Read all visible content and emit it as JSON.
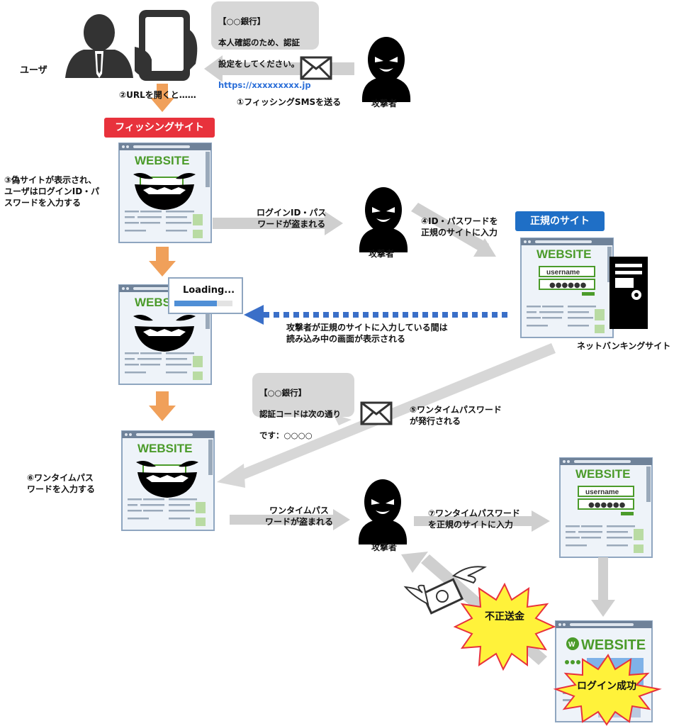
{
  "user_label": "ユーザ",
  "sms1": {
    "line1": "【○○銀行】",
    "line2": "本人確認のため、認証",
    "line3": "設定をしてください。",
    "url": "https://xxxxxxxxx.jp"
  },
  "step1": "①フィッシングSMSを送る",
  "attacker_label": "攻撃者",
  "step2": "②URLを開くと……",
  "phishing_tag": "フィッシングサイト",
  "step3": "③偽サイトが表示され、\nユーザはログインID・パ\nスワードを入力する",
  "stolen_id": "ログインID・パス\nワードが盗まれる",
  "step4": "④ID・パスワードを\n正規のサイトに入力",
  "official_tag": "正規のサイト",
  "loading_text": "Loading...",
  "loading_note": "攻撃者が正規のサイトに入力している間は\n読み込み中の画面が表示される",
  "netbank_label": "ネットバンキングサイト",
  "sms2": {
    "line1": "【○○銀行】",
    "line2": "認証コードは次の通り",
    "line3": "です：○○○○"
  },
  "step5": "⑤ワンタイムパスワード\nが発行される",
  "step6": "⑥ワンタイムパス\nワードを入力する",
  "stolen_otp": "ワンタイムパス\nワードが盗まれる",
  "step7": "⑦ワンタイムパスワード\nを正規のサイトに入力",
  "fraud_label": "不正送金",
  "login_success": "ログイン成功",
  "website_text": "WEBSITE",
  "username_text": "username",
  "colors": {
    "orange_arrow": "#f0a05a",
    "gray_arrow": "#cfcfcf",
    "blue_dotted": "#3a6fc8",
    "phishing_red": "#e8323c",
    "official_blue": "#1f6fc6",
    "site_green": "#4b9b2a",
    "burst_yellow": "#fff23a"
  }
}
